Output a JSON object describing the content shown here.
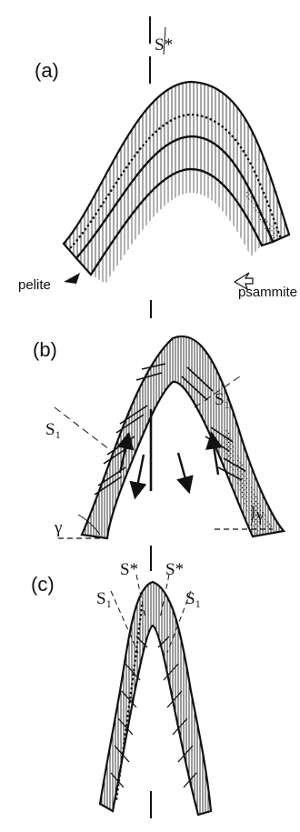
{
  "panels": {
    "a": {
      "label": "(a)",
      "s_star": "S*",
      "pelite": "pelite",
      "psammite": "psammite"
    },
    "b": {
      "label": "(b)",
      "s1_left": "S₁",
      "s1_right": "S₁",
      "gamma_left": "γ",
      "gamma_right": "γ"
    },
    "c": {
      "label": "(c)",
      "s_star_left": "S*",
      "s_star_right": "S*",
      "s1_left": "S₁",
      "s1_right": "S₁"
    }
  }
}
